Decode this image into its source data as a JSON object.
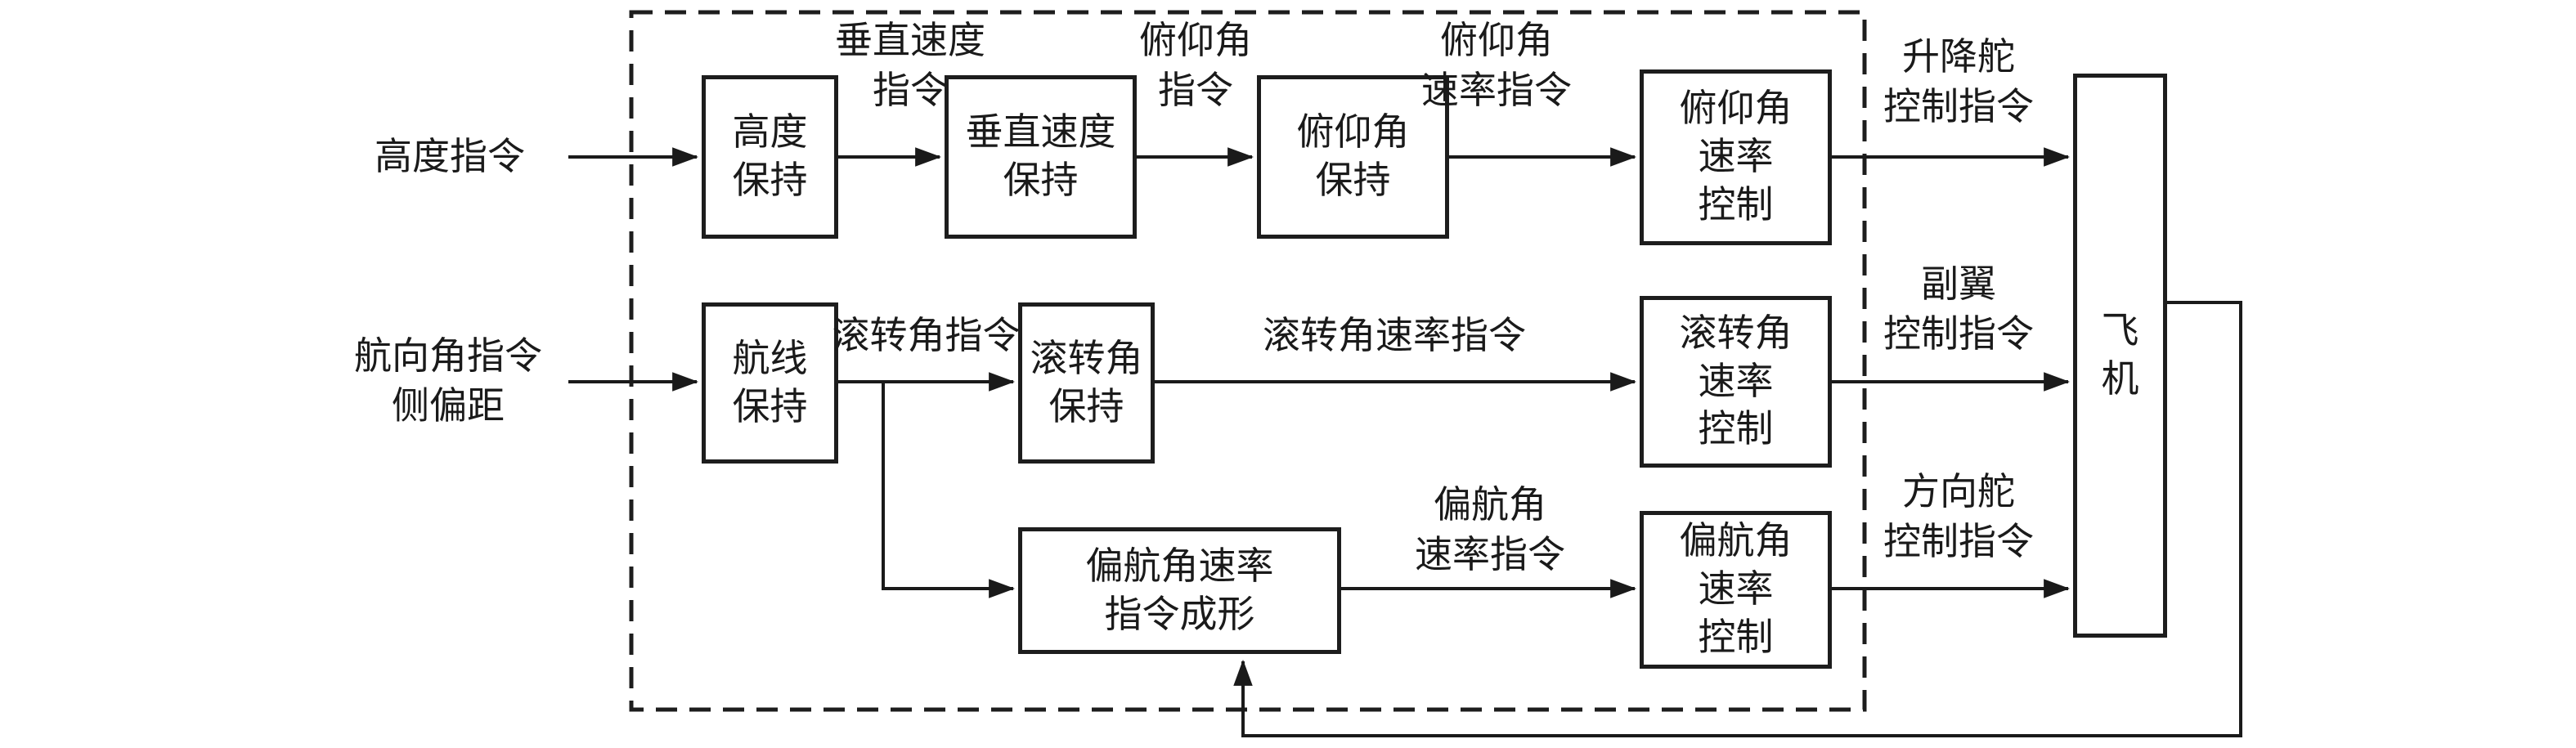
{
  "meta": {
    "background_color": "#ffffff",
    "ink_color": "#1a1a1a",
    "description": "Flight control system structure block diagram (Chinese)"
  },
  "diagram": {
    "boxes": {
      "altitude_hold": {
        "lines": [
          "高度",
          "保持"
        ]
      },
      "vertical_speed_hold": {
        "lines": [
          "垂直速度",
          "保持"
        ]
      },
      "pitch_hold": {
        "lines": [
          "俯仰角",
          "保持"
        ]
      },
      "pitch_rate_control": {
        "lines": [
          "俯仰角",
          "速率",
          "控制"
        ]
      },
      "route_hold": {
        "lines": [
          "航线",
          "保持"
        ]
      },
      "roll_hold": {
        "lines": [
          "滚转角",
          "保持"
        ]
      },
      "roll_rate_control": {
        "lines": [
          "滚转角",
          "速率",
          "控制"
        ]
      },
      "yaw_rate_shaping": {
        "lines": [
          "偏航角速率",
          "指令成形"
        ]
      },
      "yaw_rate_control": {
        "lines": [
          "偏航角",
          "速率",
          "控制"
        ]
      },
      "aircraft": {
        "lines": [
          "飞",
          "机"
        ]
      }
    },
    "labels": {
      "altitude_cmd": {
        "lines": [
          "高度指令"
        ]
      },
      "heading_cmd": {
        "lines": [
          "航向角指令",
          "侧偏距"
        ]
      },
      "vertical_speed_cmd": {
        "lines": [
          "垂直速度",
          "指令"
        ]
      },
      "pitch_cmd": {
        "lines": [
          "俯仰角",
          "指令"
        ]
      },
      "pitch_rate_cmd": {
        "lines": [
          "俯仰角",
          "速率指令"
        ]
      },
      "elevator_cmd": {
        "lines": [
          "升降舵",
          "控制指令"
        ]
      },
      "roll_cmd": {
        "lines": [
          "滚转角指令"
        ]
      },
      "roll_rate_cmd": {
        "lines": [
          "滚转角速率指令"
        ]
      },
      "aileron_cmd": {
        "lines": [
          "副翼",
          "控制指令"
        ]
      },
      "yaw_rate_cmd": {
        "lines": [
          "偏航角",
          "速率指令"
        ]
      },
      "rudder_cmd": {
        "lines": [
          "方向舵",
          "控制指令"
        ]
      }
    }
  }
}
